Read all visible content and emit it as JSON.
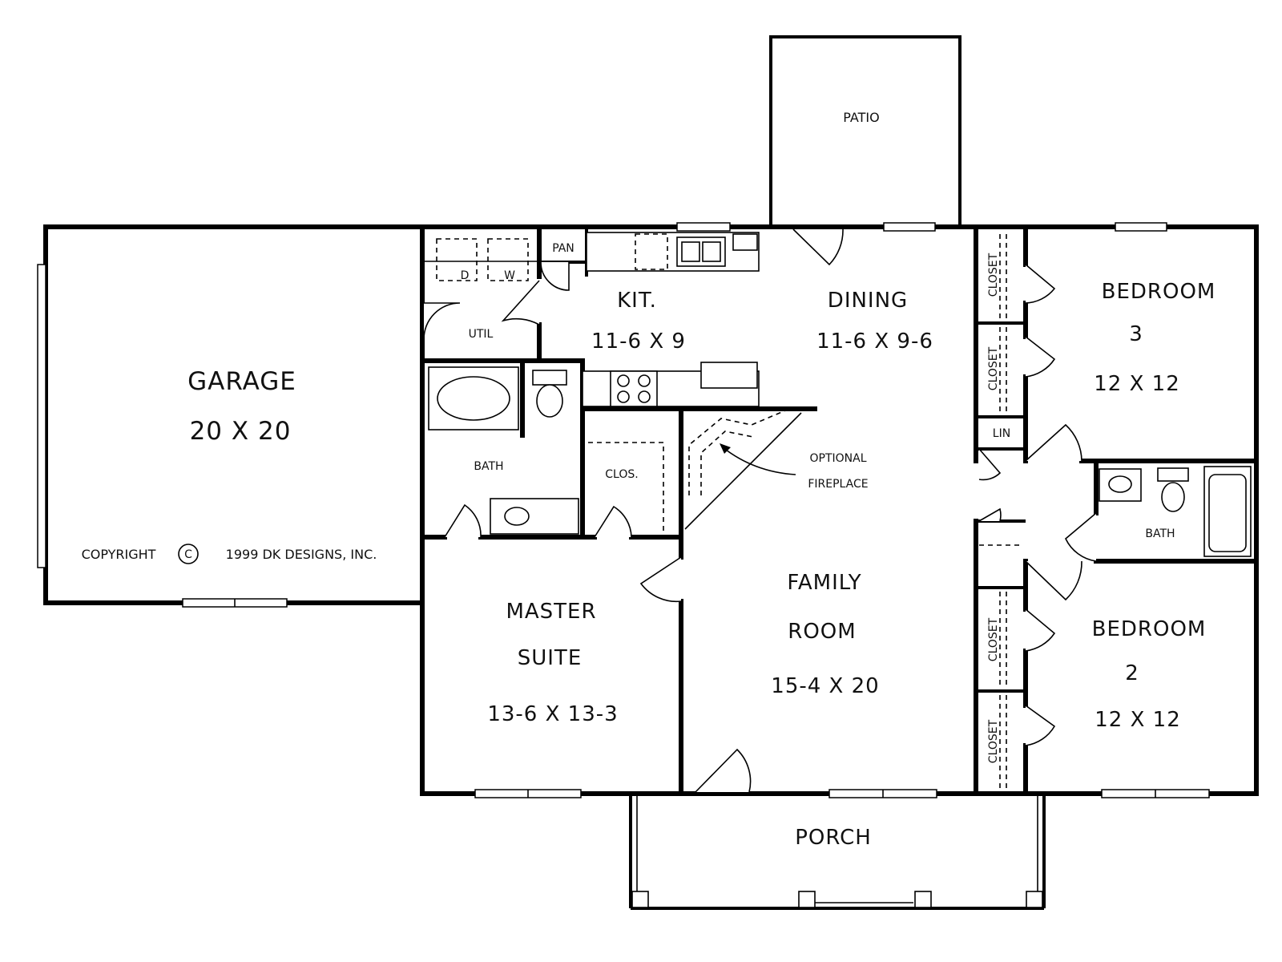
{
  "rooms": {
    "patio": "PATIO",
    "garage_name": "GARAGE",
    "garage_size": "20 X 20",
    "util": "UTIL",
    "pan": "PAN",
    "dryer": "D",
    "washer": "W",
    "kitchen_name": "KIT.",
    "kitchen_size": "11-6 X 9",
    "dining_name": "DINING",
    "dining_size": "11-6 X 9-6",
    "bedroom3_line1": "BEDROOM",
    "bedroom3_line2": "3",
    "bedroom3_size": "12 X 12",
    "closet": "CLOSET",
    "lin": "LIN",
    "bath": "BATH",
    "clos": "CLOS.",
    "fireplace_line1": "OPTIONAL",
    "fireplace_line2": "FIREPLACE",
    "family_line1": "FAMILY",
    "family_line2": "ROOM",
    "family_size": "15-4 X 20",
    "master_line1": "MASTER",
    "master_line2": "SUITE",
    "master_size": "13-6 X 13-3",
    "bedroom2_line1": "BEDROOM",
    "bedroom2_line2": "2",
    "bedroom2_size": "12 X 12",
    "porch": "PORCH"
  },
  "copyright": {
    "prefix": "COPYRIGHT",
    "symbol": "C",
    "text": "1999 DK DESIGNS, INC."
  }
}
